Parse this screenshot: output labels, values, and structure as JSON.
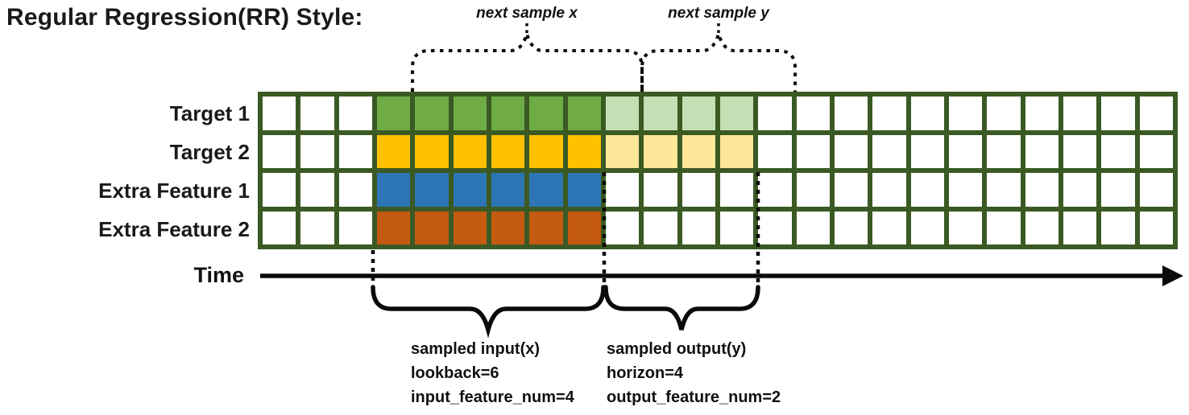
{
  "title": "Regular Regression(RR) Style:",
  "annotations": {
    "next_sample_x": "next sample x",
    "next_sample_y": "next sample y",
    "time_label": "Time",
    "input_lines": [
      "sampled input(x)",
      "lookback=6",
      "input_feature_num=4"
    ],
    "output_lines": [
      "sampled output(y)",
      "horizon=4",
      "output_feature_num=2"
    ]
  },
  "params": {
    "lookback": 6,
    "horizon": 4,
    "input_feature_num": 4,
    "output_feature_num": 2
  },
  "grid": {
    "columns": 24,
    "input_start_col": 4,
    "input_end_col": 9,
    "output_start_col": 10,
    "output_end_col": 13,
    "border_color": "#3B5A23",
    "empty_color": "#ffffff",
    "rows": [
      {
        "label": "Target 1",
        "input_color": "#6FAC46",
        "output_color": "#C5DFB4",
        "has_output": true
      },
      {
        "label": "Target 2",
        "input_color": "#FFC000",
        "output_color": "#FFE699",
        "has_output": true
      },
      {
        "label": "Extra Feature 1",
        "input_color": "#2E75B6",
        "output_color": null,
        "has_output": false
      },
      {
        "label": "Extra Feature 2",
        "input_color": "#C55A11",
        "output_color": null,
        "has_output": false
      }
    ]
  },
  "colors": {
    "stroke": "#0b0b0b"
  }
}
